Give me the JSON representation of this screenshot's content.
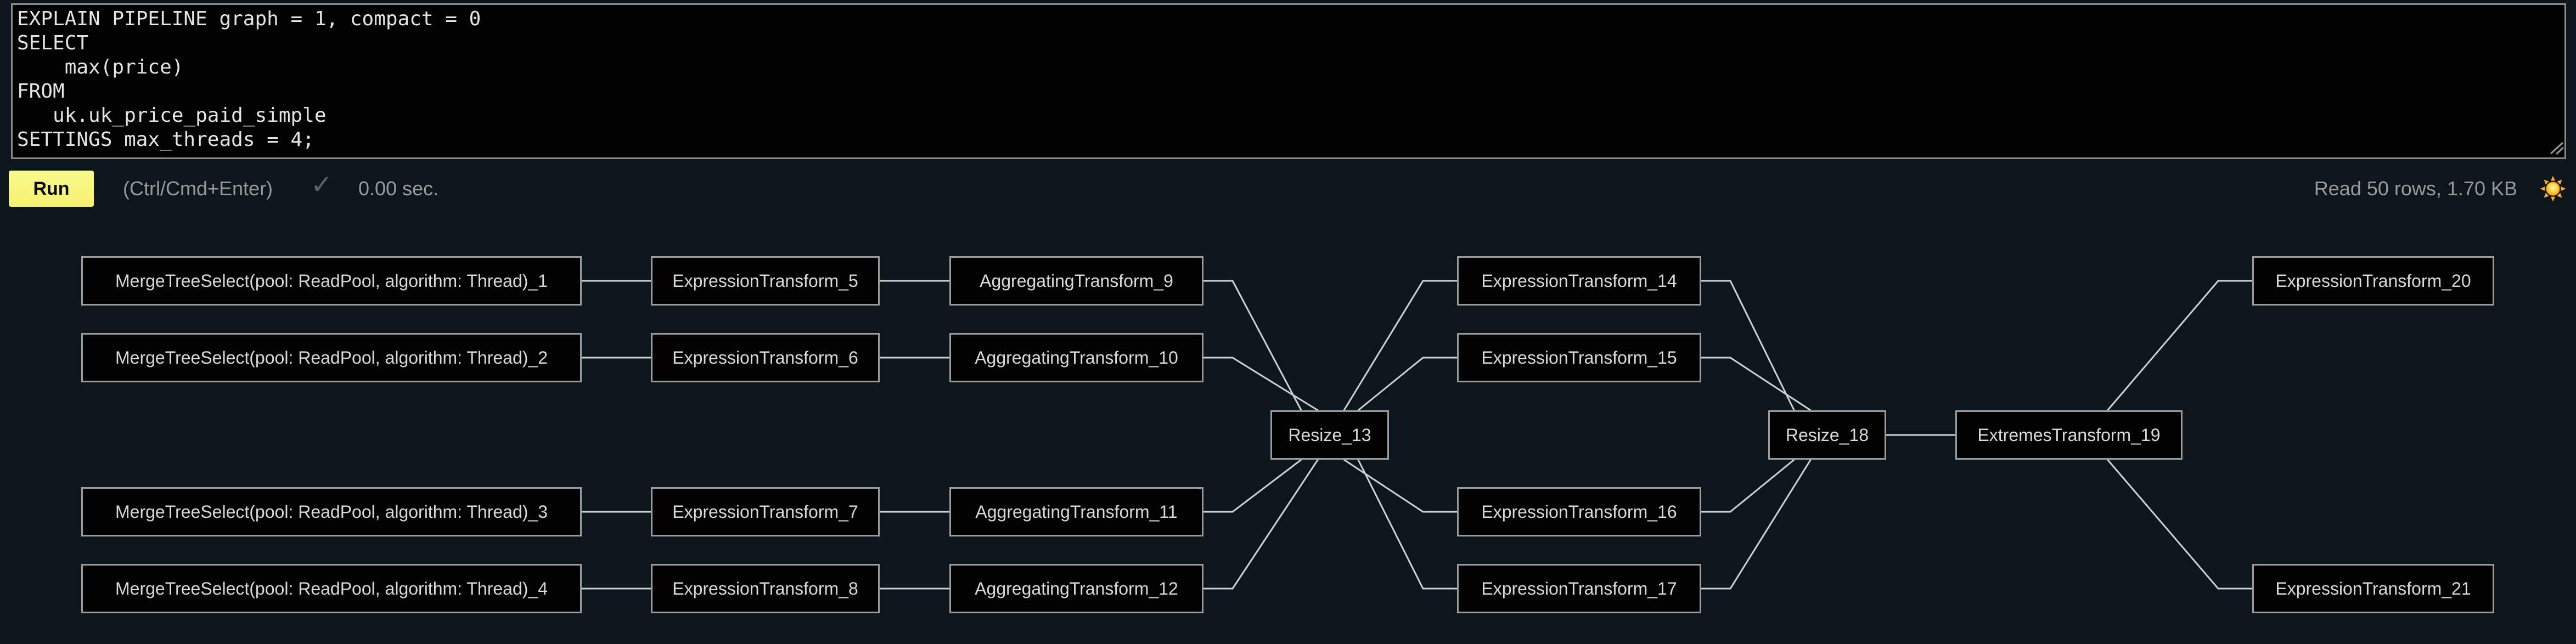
{
  "editor": {
    "code": "EXPLAIN PIPELINE graph = 1, compact = 0\nSELECT\n    max(price)\nFROM\n   uk.uk_price_paid_simple\nSETTINGS max_threads = 4;"
  },
  "toolbar": {
    "run_label": "Run",
    "shortcut_hint": "(Ctrl/Cmd+Enter)",
    "status_check": "✓",
    "elapsed": "0.00 sec.",
    "read_stats": "Read 50 rows, 1.70 KB",
    "theme_icon": "sun"
  },
  "colors": {
    "page_bg": "#0c161c",
    "editor_bg": "#010101",
    "accent_yellow": "#f7f77d",
    "muted_text": "#9a9a9a",
    "node_bg": "#020202",
    "node_border": "#9b9b9b",
    "node_text": "#d9d9d9",
    "edge_line": "#ccd1d3"
  },
  "graph": {
    "nodes": [
      {
        "id": "n1",
        "label": "MergeTreeSelect(pool: ReadPool, algorithm: Thread)_1",
        "col": "A",
        "row": "1"
      },
      {
        "id": "n2",
        "label": "MergeTreeSelect(pool: ReadPool, algorithm: Thread)_2",
        "col": "A",
        "row": "2"
      },
      {
        "id": "n3",
        "label": "MergeTreeSelect(pool: ReadPool, algorithm: Thread)_3",
        "col": "A",
        "row": "4"
      },
      {
        "id": "n4",
        "label": "MergeTreeSelect(pool: ReadPool, algorithm: Thread)_4",
        "col": "A",
        "row": "5"
      },
      {
        "id": "n5",
        "label": "ExpressionTransform_5",
        "col": "B",
        "row": "1"
      },
      {
        "id": "n6",
        "label": "ExpressionTransform_6",
        "col": "B",
        "row": "2"
      },
      {
        "id": "n7",
        "label": "ExpressionTransform_7",
        "col": "B",
        "row": "4"
      },
      {
        "id": "n8",
        "label": "ExpressionTransform_8",
        "col": "B",
        "row": "5"
      },
      {
        "id": "n9",
        "label": "AggregatingTransform_9",
        "col": "C",
        "row": "1"
      },
      {
        "id": "n10",
        "label": "AggregatingTransform_10",
        "col": "C",
        "row": "2"
      },
      {
        "id": "n11",
        "label": "AggregatingTransform_11",
        "col": "C",
        "row": "4"
      },
      {
        "id": "n12",
        "label": "AggregatingTransform_12",
        "col": "C",
        "row": "5"
      },
      {
        "id": "n13",
        "label": "Resize_13",
        "col": "D",
        "row": "3"
      },
      {
        "id": "n14",
        "label": "ExpressionTransform_14",
        "col": "E",
        "row": "1"
      },
      {
        "id": "n15",
        "label": "ExpressionTransform_15",
        "col": "E",
        "row": "2"
      },
      {
        "id": "n16",
        "label": "ExpressionTransform_16",
        "col": "E",
        "row": "4"
      },
      {
        "id": "n17",
        "label": "ExpressionTransform_17",
        "col": "E",
        "row": "5"
      },
      {
        "id": "n18",
        "label": "Resize_18",
        "col": "F",
        "row": "3"
      },
      {
        "id": "n19",
        "label": "ExtremesTransform_19",
        "col": "G",
        "row": "3"
      },
      {
        "id": "n20",
        "label": "ExpressionTransform_20",
        "col": "H",
        "row": "1"
      },
      {
        "id": "n21",
        "label": "ExpressionTransform_21",
        "col": "H",
        "row": "5"
      }
    ],
    "edges": [
      {
        "from": "n1",
        "to": "n5",
        "route": "straight"
      },
      {
        "from": "n2",
        "to": "n6",
        "route": "straight"
      },
      {
        "from": "n3",
        "to": "n7",
        "route": "straight"
      },
      {
        "from": "n4",
        "to": "n8",
        "route": "straight"
      },
      {
        "from": "n5",
        "to": "n9",
        "route": "straight"
      },
      {
        "from": "n6",
        "to": "n10",
        "route": "straight"
      },
      {
        "from": "n7",
        "to": "n11",
        "route": "straight"
      },
      {
        "from": "n8",
        "to": "n12",
        "route": "straight"
      },
      {
        "from": "n9",
        "to": "n13",
        "route": "fanin",
        "frac": 0.26
      },
      {
        "from": "n10",
        "to": "n13",
        "route": "fanin",
        "frac": 0.4
      },
      {
        "from": "n11",
        "to": "n13",
        "route": "fanin",
        "frac": 0.26
      },
      {
        "from": "n12",
        "to": "n13",
        "route": "fanin",
        "frac": 0.4
      },
      {
        "from": "n13",
        "to": "n14",
        "route": "fanout",
        "frac": 0.62
      },
      {
        "from": "n13",
        "to": "n15",
        "route": "fanout",
        "frac": 0.74
      },
      {
        "from": "n13",
        "to": "n16",
        "route": "fanout",
        "frac": 0.62
      },
      {
        "from": "n13",
        "to": "n17",
        "route": "fanout",
        "frac": 0.74
      },
      {
        "from": "n14",
        "to": "n18",
        "route": "fanin",
        "frac": 0.22
      },
      {
        "from": "n15",
        "to": "n18",
        "route": "fanin",
        "frac": 0.36
      },
      {
        "from": "n16",
        "to": "n18",
        "route": "fanin",
        "frac": 0.22
      },
      {
        "from": "n17",
        "to": "n18",
        "route": "fanin",
        "frac": 0.36
      },
      {
        "from": "n18",
        "to": "n19",
        "route": "straight"
      },
      {
        "from": "n19",
        "to": "n20",
        "route": "fanout",
        "frac": 0.67
      },
      {
        "from": "n19",
        "to": "n21",
        "route": "fanout",
        "frac": 0.67
      }
    ]
  }
}
